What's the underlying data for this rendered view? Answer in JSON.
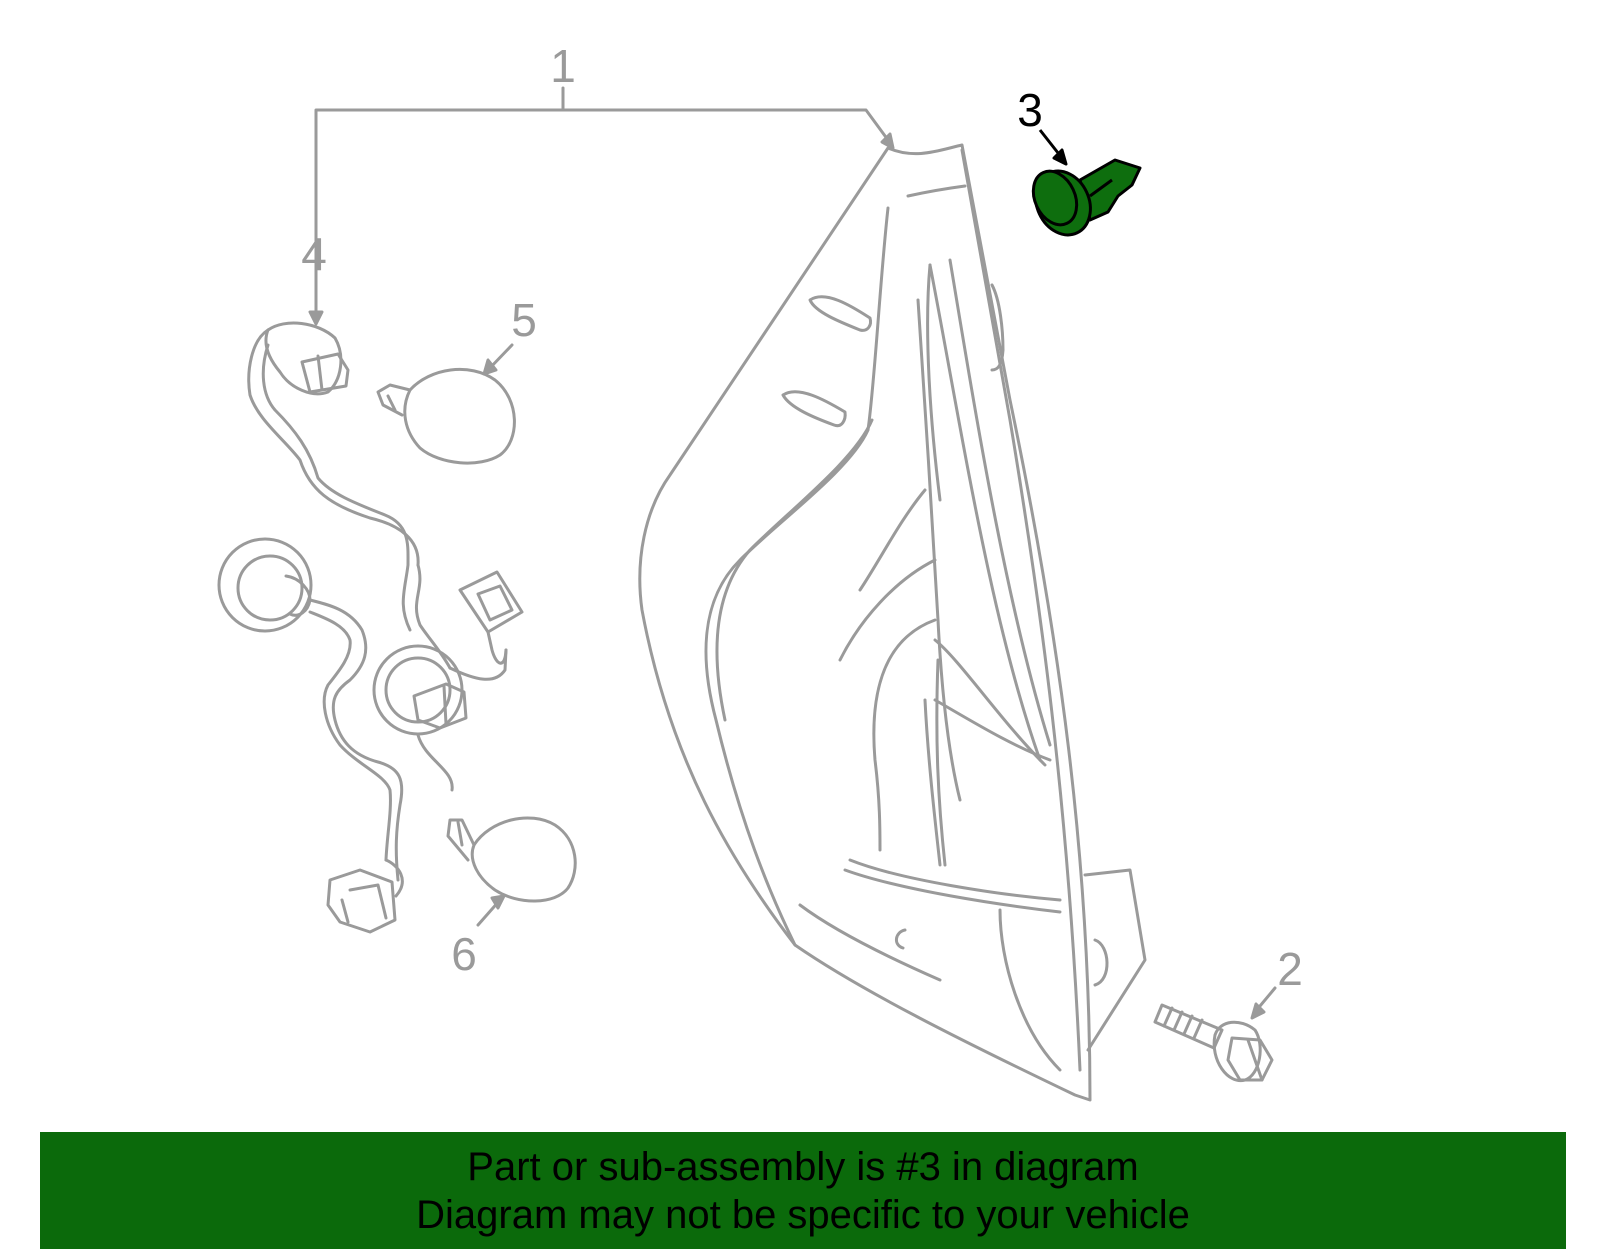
{
  "callouts": {
    "c1": "1",
    "c2": "2",
    "c3": "3",
    "c4": "4",
    "c5": "5",
    "c6": "6"
  },
  "banner": {
    "line1": "Part or sub-assembly is #3 in diagram",
    "line2": "Diagram may not be specific to your vehicle"
  },
  "colors": {
    "line": "#9a9a9a",
    "highlight": "#0b6a0b",
    "highlight_fill": "#0e6e0e",
    "text": "#000000"
  }
}
